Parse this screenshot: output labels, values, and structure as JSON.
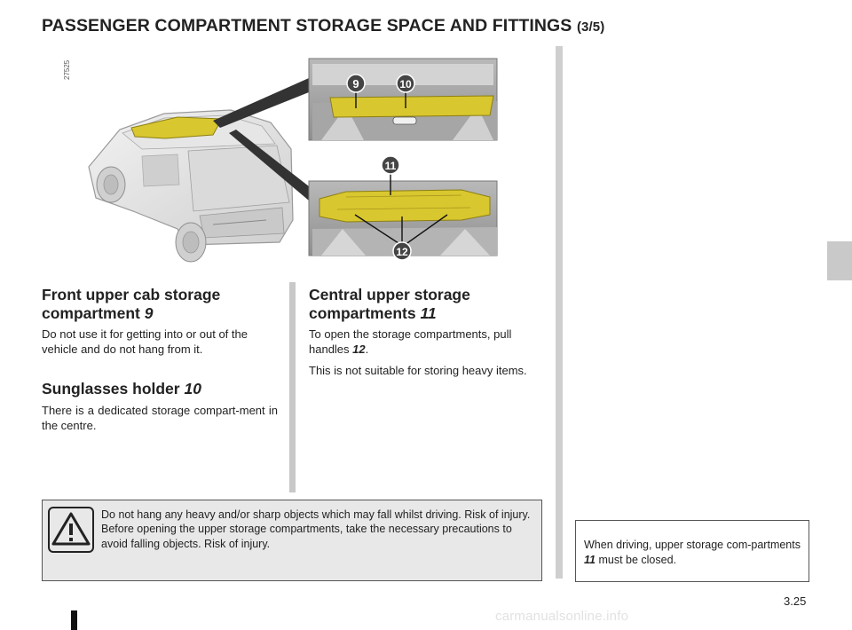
{
  "page": {
    "title": "PASSENGER COMPARTMENT STORAGE SPACE AND FITTINGS",
    "title_page_of": "(3/5)",
    "figure_code": "27525",
    "page_number": "3.25",
    "watermark": "carmanualsonline.info"
  },
  "figure": {
    "callouts": [
      "9",
      "10",
      "11",
      "12"
    ],
    "highlight_color": "#d9c72f"
  },
  "sections": {
    "front_cab": {
      "heading": "Front upper cab storage compartment ",
      "heading_ref": "9",
      "text": "Do not use it for getting into or out of the vehicle and do not hang from it."
    },
    "sunglasses": {
      "heading": "Sunglasses holder ",
      "heading_ref": "10",
      "text": "There is a dedicated storage compart-ment in the centre."
    },
    "central": {
      "heading": "Central upper storage compartments ",
      "heading_ref": "11",
      "text1_before": "To open the storage compartments, pull handles ",
      "text1_ref": "12",
      "text1_after": ".",
      "text2": "This is not suitable for storing heavy items."
    }
  },
  "warning": {
    "text": "Do not hang any heavy and/or sharp objects which may fall whilst driving. Risk of injury. Before opening the upper storage compartments, take the necessary precautions to avoid falling objects. Risk of injury."
  },
  "note": {
    "text_before": "When driving, upper storage com-partments ",
    "text_ref": "11",
    "text_after": " must be closed."
  }
}
